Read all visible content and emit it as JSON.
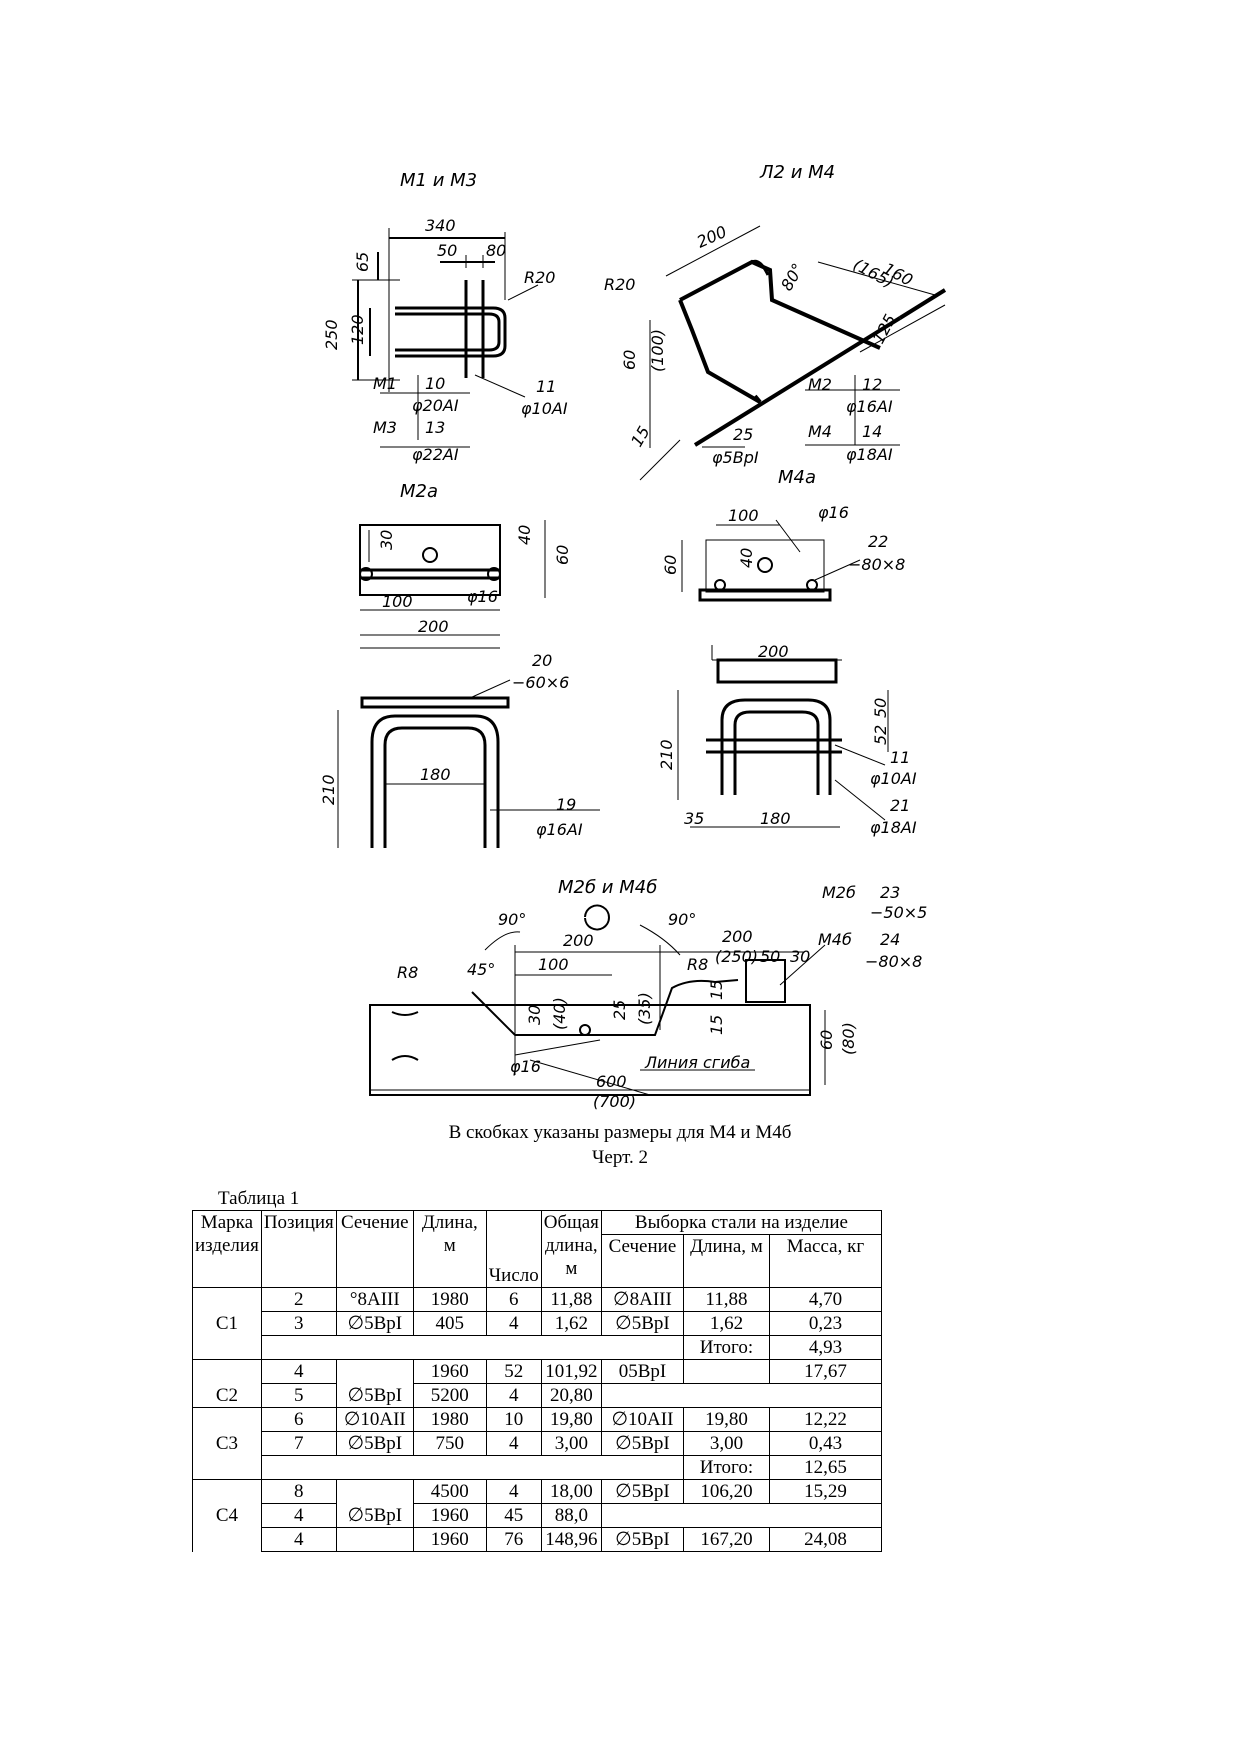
{
  "drawing": {
    "m1": {
      "title": "М1 и М3",
      "d340": "340",
      "d50": "50",
      "d80": "80",
      "d65": "65",
      "d250": "250",
      "d120": "120",
      "r20": "R20",
      "m1": "М1",
      "p10": "10",
      "s10": "φ20АI",
      "p11": "11",
      "s11": "φ10АI",
      "m3": "М3",
      "p13": "13",
      "s13": "φ22АI"
    },
    "m2": {
      "title": "Л2 и М4",
      "d200": "200",
      "r20": "R20",
      "a80": "80°",
      "d160": "160",
      "d165": "(165)",
      "d125": "125",
      "d60": "60",
      "d100": "(100)",
      "d15": "15",
      "p25": "25",
      "s25": "φ5ВрI",
      "m2": "М2",
      "p12": "12",
      "s12": "φ16АI",
      "m4": "М4",
      "p14": "14",
      "s14": "φ18АI"
    },
    "m2a": {
      "title": "М2а",
      "d30": "30",
      "d40": "40",
      "d60": "60",
      "d100": "100",
      "phi": "φ16",
      "d200": "200",
      "p20": "20",
      "s20": "−60×6",
      "d210": "210",
      "d180": "180",
      "p19": "19",
      "s19": "φ16АI"
    },
    "m4a": {
      "title": "М4а",
      "d100": "100",
      "phi": "φ16",
      "d40": "40",
      "d60": "60",
      "p22": "22",
      "s22": "−80×8",
      "d200": "200",
      "d50": "50",
      "d52": "52",
      "d210": "210",
      "p11": "11",
      "s11": "φ10АI",
      "p21": "21",
      "s21": "φ18АI",
      "d35": "35",
      "d180": "180"
    },
    "m2b": {
      "title": "М2б и М4б",
      "a90l": "90°",
      "a90r": "90°",
      "a45": "45°",
      "r8l": "R8",
      "r8r": "R8",
      "d200l": "200",
      "d200r": "200",
      "d250": "(250)",
      "d100": "100",
      "d50": "50",
      "d30": "30",
      "d15a": "15",
      "d15b": "15",
      "d30b": "30",
      "d40": "(40)",
      "d25": "25",
      "d35": "(35)",
      "d60": "60",
      "d80": "(80)",
      "phi": "φ16",
      "line": "Линия сгиба",
      "d600": "600",
      "d700": "(700)",
      "m2b": "М2б",
      "p23": "23",
      "s23": "−50×5",
      "m4b": "М4б",
      "p24": "24",
      "s24": "−80×8"
    }
  },
  "caption_line1": "В скобках указаны размеры для М4 и М4б",
  "caption_line2": "Черт. 2",
  "table_caption": "Таблица 1",
  "table": {
    "h_mark": "Марка изделия",
    "h_pos": "Позиция",
    "h_sec": "Сечение",
    "h_len": "Длина, м",
    "h_num": "Число",
    "h_total": "Общая длина, м",
    "h_sel": "Выборка стали на изделие",
    "h_sel_sec": "Сечение",
    "h_sel_len": "Длина, м",
    "h_sel_mass": "Масса, кг",
    "itogo": "Итого:",
    "rows": {
      "c1_mark": "С1",
      "r2": [
        "2",
        "°8АIII",
        "1980",
        "6",
        "11,88",
        "∅8АIII",
        "11,88",
        "4,70"
      ],
      "r3": [
        "3",
        "∅5ВрI",
        "405",
        "4",
        "1,62",
        "∅5ВрI",
        "1,62",
        "0,23"
      ],
      "c1_total": "4,93",
      "c2_mark": "С2",
      "r4": [
        "4",
        "1960",
        "52",
        "101,92",
        "05ВрI",
        "17,67"
      ],
      "c2_sec": "∅5ВрI",
      "r5": [
        "5",
        "5200",
        "4",
        "20,80"
      ],
      "c3_mark": "С3",
      "r6": [
        "6",
        "∅10АII",
        "1980",
        "10",
        "19,80",
        "∅10АII",
        "19,80",
        "12,22"
      ],
      "r7": [
        "7",
        "∅5ВрI",
        "750",
        "4",
        "3,00",
        "∅5ВрI",
        "3,00",
        "0,43"
      ],
      "c3_total": "12,65",
      "c4_mark": "С4",
      "r8": [
        "8",
        "4500",
        "4",
        "18,00",
        "∅5ВрI",
        "106,20",
        "15,29"
      ],
      "c4_sec": "∅5ВрI",
      "r4b": [
        "4",
        "1960",
        "45",
        "88,0"
      ],
      "r4c": [
        "4",
        "1960",
        "76",
        "148,96",
        "∅5ВрI",
        "167,20",
        "24,08"
      ]
    }
  }
}
